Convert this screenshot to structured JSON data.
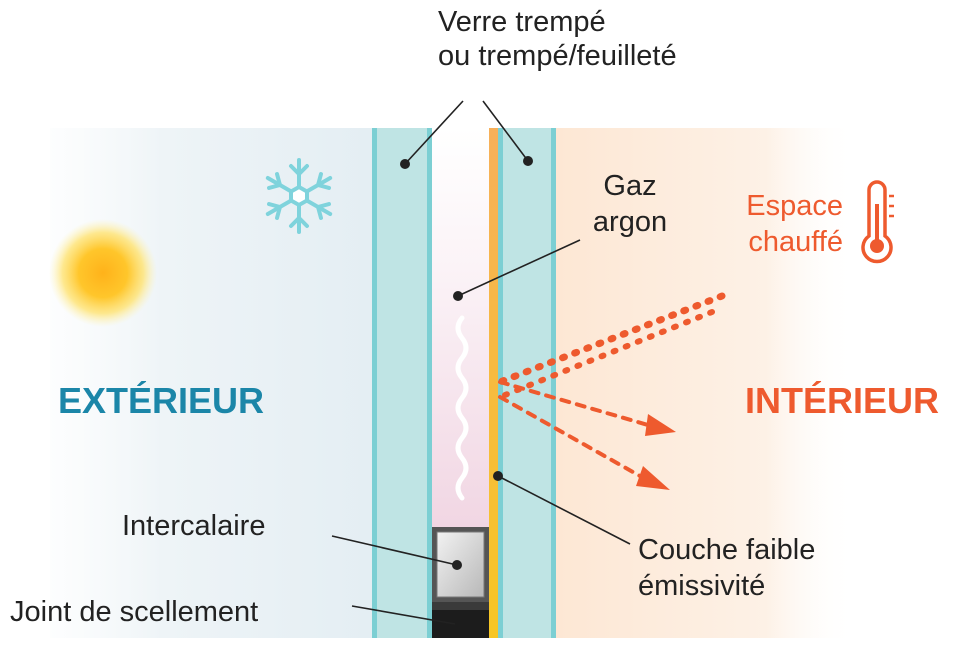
{
  "labels": {
    "glass_line1": "Verre trempé",
    "glass_line2": "ou trempé/feuilleté",
    "gas_line1": "Gaz",
    "gas_line2": "argon",
    "heated_line1": "Espace",
    "heated_line2": "chauffé",
    "exterior": "EXTÉRIEUR",
    "interior": "INTÉRIEUR",
    "spacer": "Intercalaire",
    "seal": "Joint de scellement",
    "coating_line1": "Couche faible",
    "coating_line2": "émissivité"
  },
  "icons": [
    "sun-icon",
    "snowflake-icon",
    "thermometer-icon"
  ],
  "colors": {
    "exterior_text": "#1b86a8",
    "interior_text": "#ee5a2e",
    "heated_text": "#ee5a2e",
    "glass_fill": "#bfe4e4",
    "glass_edge": "#7ccfd3",
    "coating": "#f6b23c",
    "heat_arrows": "#ee5a2e",
    "snowflake": "#7fd3dc",
    "sun": "#ffc21a"
  }
}
